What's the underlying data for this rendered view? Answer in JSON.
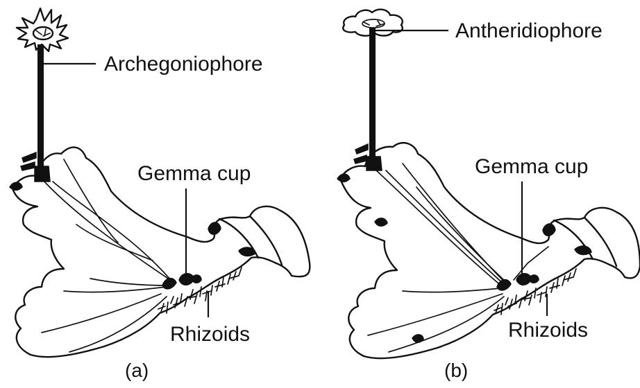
{
  "panel_a": {
    "archegoniophore": "Archegoniophore",
    "gemma_cup": "Gemma cup",
    "rhizoids": "Rhizoids",
    "caption": "(a)"
  },
  "panel_b": {
    "antheridiophore": "Antheridiophore",
    "gemma_cup": "Gemma cup",
    "rhizoids": "Rhizoids",
    "caption": "(b)"
  }
}
